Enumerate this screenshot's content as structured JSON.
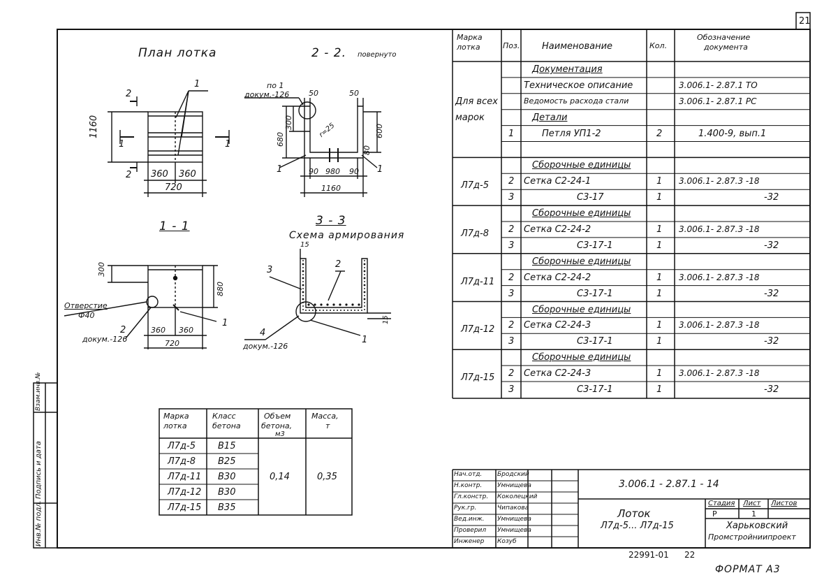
{
  "sheet": {
    "page_number": "21",
    "format": "ФОРМАТ А3",
    "inventory": "22991-01",
    "inventory_page": "22"
  },
  "drawings": {
    "plan_title": "План лотка",
    "plan_dims": {
      "h": "1160",
      "a": "360",
      "b": "360",
      "total": "720",
      "cut2": "2",
      "cut1": "1",
      "pos1": "1"
    },
    "section22_title": "2 - 2.",
    "section22_note": "повернуто",
    "section22_ref": "по 1",
    "section22_ref2": "докум.-126",
    "section22_dims": {
      "top_l": "50",
      "top_r": "50",
      "d300": "300",
      "d680": "680",
      "d600": "600",
      "d80": "80",
      "r25": "r=25",
      "b90a": "90",
      "b980": "980",
      "b90b": "90",
      "w1160": "1160",
      "pos1a": "1",
      "pos1b": "1"
    },
    "section11_title": "1 - 1",
    "section11_dims": {
      "d300": "300",
      "d880": "880",
      "a": "360",
      "b": "360",
      "total": "720",
      "pos2": "2",
      "pos1": "1",
      "hole": "Отверстие",
      "hole_d": "Ф40",
      "doc": "докум.-126"
    },
    "section33_title": "3 - 3",
    "section33_sub": "Схема армирования",
    "section33_dims": {
      "d15a": "15",
      "d15b": "15",
      "pos2": "2",
      "pos3": "3",
      "pos1": "1",
      "pos4": "4",
      "doc": "докум.-126"
    }
  },
  "side_stamps": [
    "Инв.№ подл.",
    "Подпись и дата",
    "Взам.инв.№"
  ],
  "spec_table": {
    "headers": [
      "Марка лотка",
      "Поз.",
      "Наименование",
      "Кол.",
      "Обозначение документа"
    ],
    "rows": [
      {
        "mark": "",
        "pos": "",
        "name": "Документация",
        "qty": "",
        "doc": "",
        "section": true
      },
      {
        "mark": "",
        "pos": "",
        "name": "Техническое описание",
        "qty": "",
        "doc": "3.006.1- 2.87.1     ТО"
      },
      {
        "mark": "Для всех",
        "pos": "",
        "name": "Ведомость расхода стали",
        "qty": "",
        "doc": "3.006.1- 2.87.1     РС"
      },
      {
        "mark": "марок",
        "pos": "",
        "name": "Детали",
        "qty": "",
        "doc": "",
        "section": true
      },
      {
        "mark": "",
        "pos": "1",
        "name": "Петля  УП1-2",
        "qty": "2",
        "doc": "1.400-9,  вып.1"
      },
      {
        "mark": "",
        "pos": "",
        "name": "",
        "qty": "",
        "doc": ""
      },
      {
        "mark": "",
        "pos": "",
        "name": "Сборочные единицы",
        "qty": "",
        "doc": "",
        "section": true
      },
      {
        "mark": "Л7д-5",
        "pos": "2",
        "name": "Сетка   С2-24-1",
        "qty": "1",
        "doc": "3.006.1- 2.87.3 -18"
      },
      {
        "mark": "",
        "pos": "3",
        "name": "С3-17",
        "qty": "1",
        "doc": "-32"
      },
      {
        "mark": "",
        "pos": "",
        "name": "Сборочные единицы",
        "qty": "",
        "doc": "",
        "section": true
      },
      {
        "mark": "Л7д-8",
        "pos": "2",
        "name": "Сетка   С2-24-2",
        "qty": "1",
        "doc": "3.006.1- 2.87.3 -18"
      },
      {
        "mark": "",
        "pos": "3",
        "name": "С3-17-1",
        "qty": "1",
        "doc": "-32"
      },
      {
        "mark": "",
        "pos": "",
        "name": "Сборочные единицы",
        "qty": "",
        "doc": "",
        "section": true
      },
      {
        "mark": "Л7д-11",
        "pos": "2",
        "name": "Сетка   С2-24-2",
        "qty": "1",
        "doc": "3.006.1- 2.87.3 -18"
      },
      {
        "mark": "",
        "pos": "3",
        "name": "С3-17-1",
        "qty": "1",
        "doc": "-32"
      },
      {
        "mark": "",
        "pos": "",
        "name": "Сборочные единицы",
        "qty": "",
        "doc": "",
        "section": true
      },
      {
        "mark": "Л7д-12",
        "pos": "2",
        "name": "Сетка   С2-24-3",
        "qty": "1",
        "doc": "3.006.1- 2.87.3 -18"
      },
      {
        "mark": "",
        "pos": "3",
        "name": "С3-17-1",
        "qty": "1",
        "doc": "-32"
      },
      {
        "mark": "",
        "pos": "",
        "name": "Сборочные единицы",
        "qty": "",
        "doc": "",
        "section": true
      },
      {
        "mark": "Л7д-15",
        "pos": "2",
        "name": "Сетка   С2-24-3",
        "qty": "1",
        "doc": "3.006.1- 2.87.3 -18"
      },
      {
        "mark": "",
        "pos": "3",
        "name": "С3-17-1",
        "qty": "1",
        "doc": "-32"
      }
    ]
  },
  "mark_table": {
    "headers": [
      "Марка лотка",
      "Класс бетона",
      "Объем бетона, м3",
      "Масса, т"
    ],
    "rows": [
      {
        "mark": "Л7д-5",
        "class": "В15"
      },
      {
        "mark": "Л7д-8",
        "class": "В25"
      },
      {
        "mark": "Л7д-11",
        "class": "В30"
      },
      {
        "mark": "Л7д-12",
        "class": "В30"
      },
      {
        "mark": "Л7д-15",
        "class": "В35"
      }
    ],
    "volume": "0,14",
    "mass": "0,35"
  },
  "title_block": {
    "code": "3.006.1 - 2.87.1 - 14",
    "name": "Лоток",
    "name_sub": "Л7д-5...  Л7д-15",
    "stage_label": "Стадия",
    "sheet_label": "Лист",
    "sheets_label": "Листов",
    "stage": "Р",
    "sheet": "1",
    "org1": "Харьковский",
    "org2": "Промстройниипроект",
    "roles": [
      {
        "role": "Нач.отд.",
        "name": "Бродский"
      },
      {
        "role": "Н.контр.",
        "name": "Умнищева"
      },
      {
        "role": "Гл.констр.",
        "name": "Коколецкий"
      },
      {
        "role": "Рук.гр.",
        "name": "Чипакова"
      },
      {
        "role": "Вед.инж.",
        "name": "Умнищева"
      },
      {
        "role": "Проверил",
        "name": "Умнищева"
      },
      {
        "role": "Инженер",
        "name": "Козуб"
      }
    ]
  }
}
